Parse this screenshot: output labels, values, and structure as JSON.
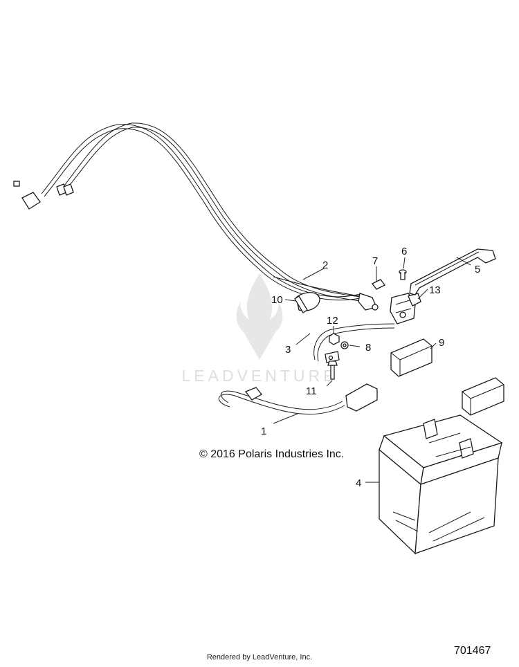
{
  "callouts": [
    {
      "id": "1",
      "label": "1"
    },
    {
      "id": "2",
      "label": "2"
    },
    {
      "id": "3",
      "label": "3"
    },
    {
      "id": "4",
      "label": "4"
    },
    {
      "id": "5",
      "label": "5"
    },
    {
      "id": "6",
      "label": "6"
    },
    {
      "id": "7",
      "label": "7"
    },
    {
      "id": "8",
      "label": "8"
    },
    {
      "id": "9",
      "label": "9"
    },
    {
      "id": "10",
      "label": "10"
    },
    {
      "id": "11",
      "label": "11"
    },
    {
      "id": "12",
      "label": "12"
    },
    {
      "id": "13",
      "label": "13"
    }
  ],
  "watermark": {
    "text": "LEADVENTURE"
  },
  "copyright": "© 2016 Polaris Industries Inc.",
  "drawing_number": "701467",
  "footer": "Rendered by LeadVenture, Inc."
}
